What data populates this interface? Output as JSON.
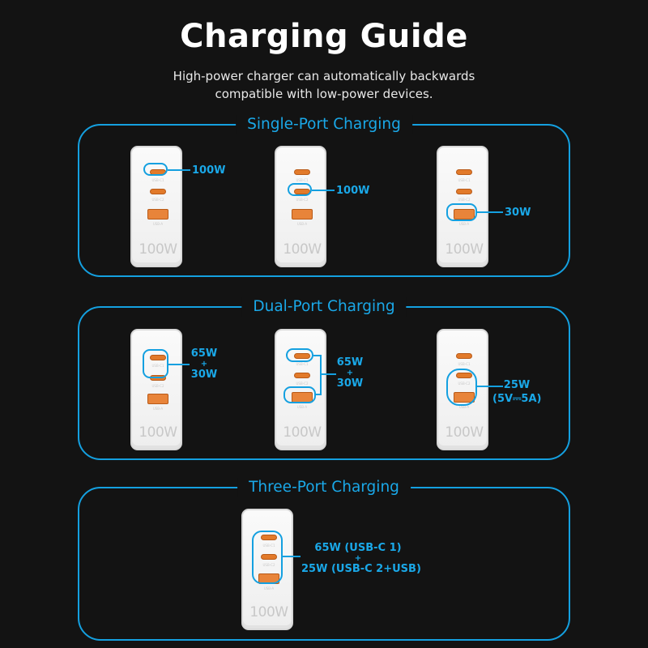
{
  "header": {
    "title": "Charging Guide",
    "subtitle_line1": "High-power charger can automatically backwards",
    "subtitle_line2": "compatible with low-power devices."
  },
  "colors": {
    "background": "#131313",
    "accent": "#14a0e0",
    "port_orange": "#e27a2a",
    "charger_body": "#f5f5f5"
  },
  "charger": {
    "rating": "100W",
    "ports": [
      "USB-C1",
      "USB-C2",
      "USB-A"
    ]
  },
  "sections": [
    {
      "title": "Single-Port Charging",
      "items": [
        {
          "highlight": "USB-C1",
          "output": "100W"
        },
        {
          "highlight": "USB-C2",
          "output": "100W"
        },
        {
          "highlight": "USB-A",
          "output": "30W"
        }
      ]
    },
    {
      "title": "Dual-Port Charging",
      "items": [
        {
          "highlight": "USB-C1 + USB-C2",
          "output_line1": "65W",
          "plus": "+",
          "output_line2": "30W"
        },
        {
          "highlight": "USB-C1 + USB-A",
          "output_line1": "65W",
          "plus": "+",
          "output_line2": "30W"
        },
        {
          "highlight": "USB-C2 + USB-A",
          "output_line1": "25W",
          "output_line2": "(5V⎓5A)"
        }
      ]
    },
    {
      "title": "Three-Port Charging",
      "items": [
        {
          "highlight": "USB-C1 + USB-C2 + USB-A",
          "output_line1": "65W (USB-C 1)",
          "plus": "+",
          "output_line2": "25W (USB-C 2+USB)"
        }
      ]
    }
  ]
}
